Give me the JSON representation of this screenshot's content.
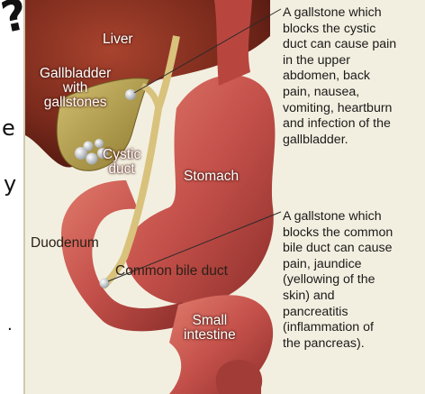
{
  "scan_artifacts": {
    "mark_top": "?",
    "mark_e": "e",
    "mark_y": "y"
  },
  "labels": {
    "liver": "Liver",
    "gallbladder": "Gallbladder\nwith\ngallstones",
    "cystic_duct": "Cystic\nduct",
    "stomach": "Stomach",
    "duodenum": "Duodenum",
    "common_bile_duct": "Common bile duct",
    "small_intestine": "Small\nintestine"
  },
  "captions": {
    "cystic": "A gallstone which\nblocks the cystic\nduct can cause pain\nin the upper\nabdomen, back\npain, nausea,\nvomiting, heartburn\nand infection of the\ngallbladder.",
    "common": "A gallstone which\nblocks the common\nbile duct can cause\npain, jaundice\n(yellowing of the\nskin) and\npancreatitis\n(inflammation of\nthe pancreas)."
  },
  "colors": {
    "liver": "#7a2a1c",
    "stomach": "#c4504a",
    "gallbladder": "#b7a04e",
    "duct": "#d8c27c",
    "background": "#f3efe0"
  }
}
